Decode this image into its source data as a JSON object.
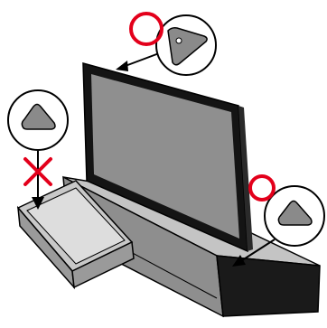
{
  "colors": {
    "background": "#ffffff",
    "outline": "#000000",
    "tv_frame": "#141414",
    "tv_screen": "#8f8f8f",
    "stand_top": "#c4c4c4",
    "stand_front": "#8e8e8e",
    "stand_side": "#1a1a1a",
    "drawer_top": "#c8c8c8",
    "drawer_front": "#9a9a9a",
    "pad_fill": "#8a8a8a",
    "ok_mark": "#e3001b",
    "ng_mark": "#e3001b"
  },
  "callouts": [
    {
      "id": "top-right",
      "status": "ok",
      "pad_shape": "triangle-with-hole",
      "icon": "ok-circle-icon"
    },
    {
      "id": "left",
      "status": "ng",
      "pad_shape": "triangle",
      "icon": "prohibited-cross-icon"
    },
    {
      "id": "bottom-right",
      "status": "ok",
      "pad_shape": "triangle",
      "icon": "ok-circle-icon"
    }
  ]
}
